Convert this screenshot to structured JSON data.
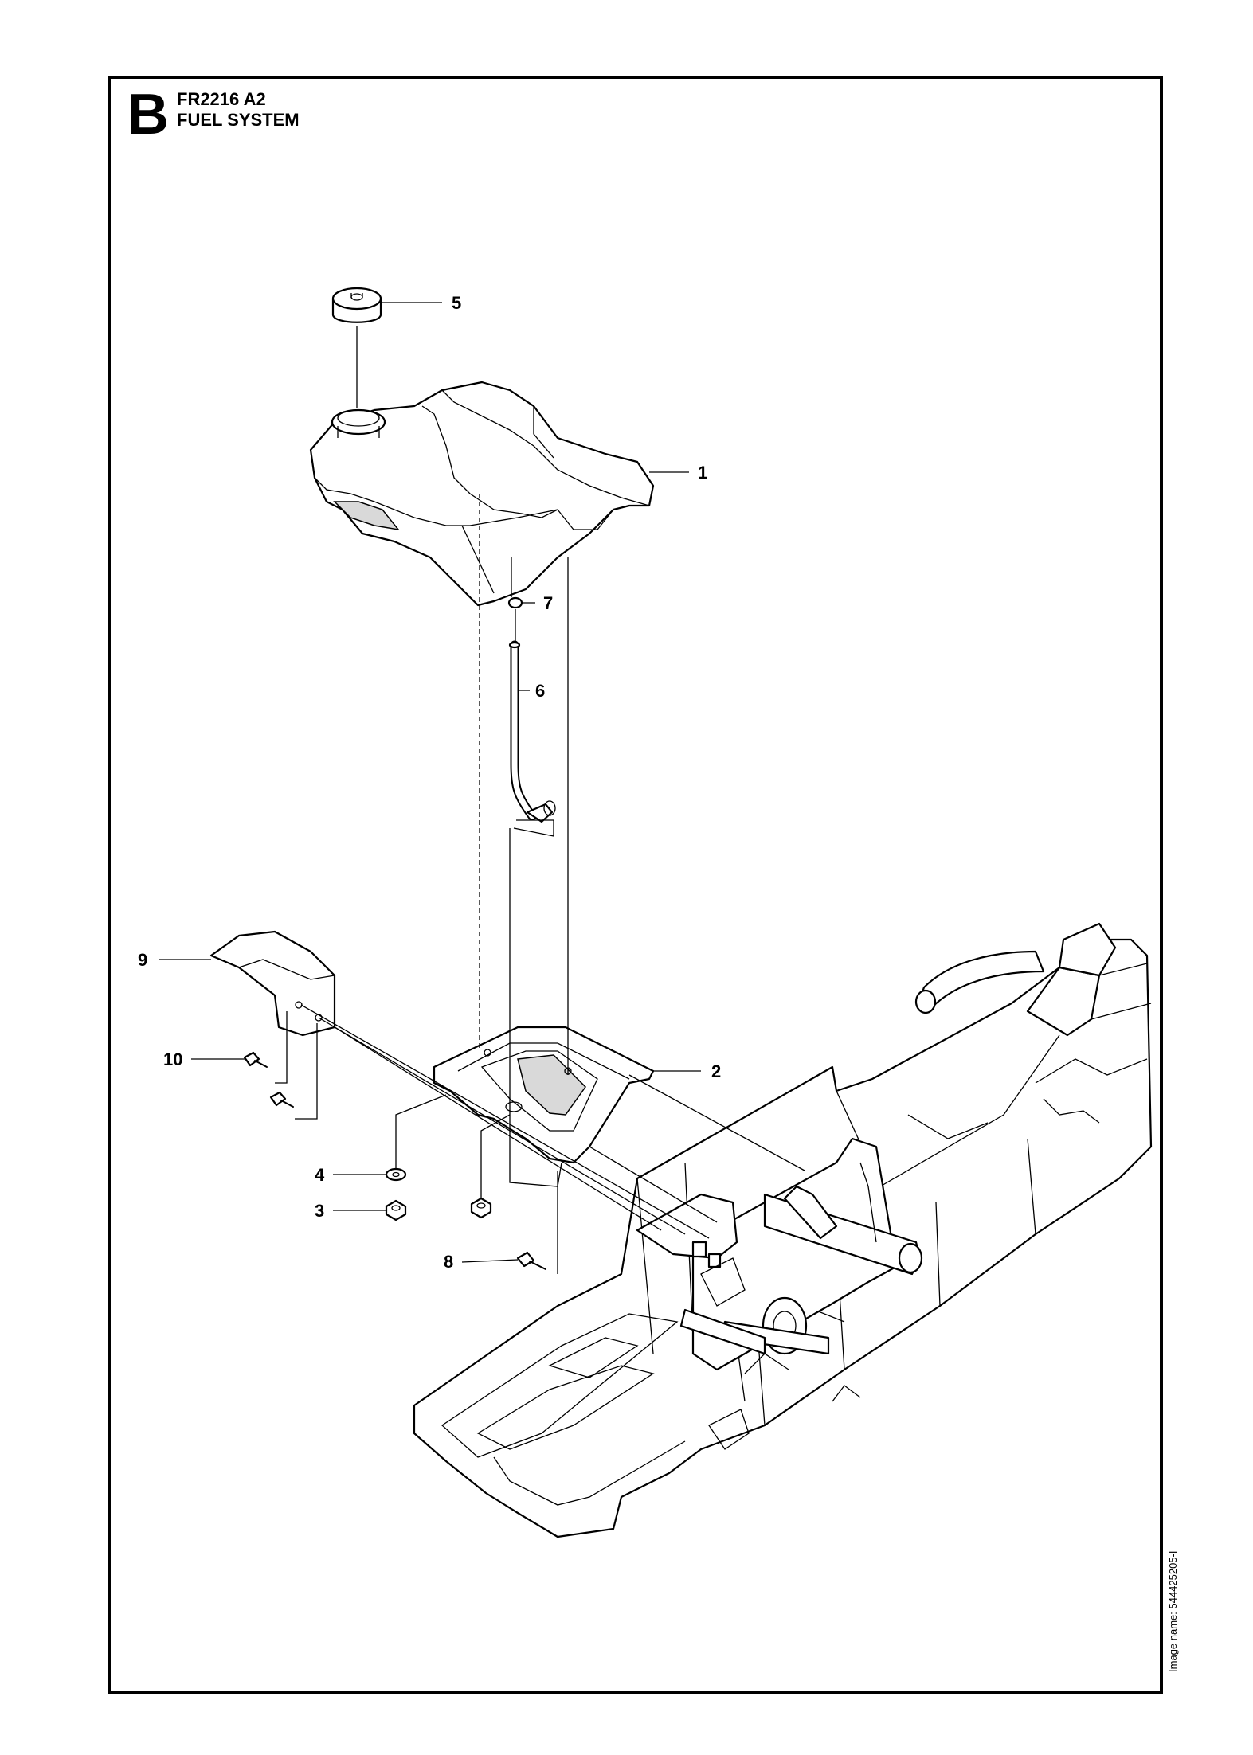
{
  "header": {
    "section_letter": "B",
    "model_code": "FR2216 A2",
    "title": "FUEL SYSTEM"
  },
  "image_name": "Image name: 544425205-I",
  "callouts": {
    "c1": "1",
    "c2": "2",
    "c3": "3",
    "c4": "4",
    "c5": "5",
    "c6": "6",
    "c7": "7",
    "c8": "8",
    "c9": "9",
    "c10": "10"
  },
  "colors": {
    "line": "#000000",
    "background": "#ffffff"
  }
}
